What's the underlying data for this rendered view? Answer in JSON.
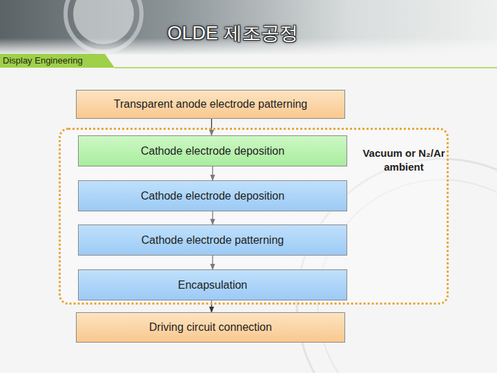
{
  "diagram": {
    "title": "OLDE 제조공정",
    "nodes": [
      {
        "text": [
          "Transparent anode electrode patterning"
        ]
      },
      {
        "text": [
          "Vacuum or N₂/Ar ambient"
        ]
      },
      {
        "text": [
          "Cathode electrode deposition"
        ],
        "in": 1
      },
      {
        "text": [
          "Cathode electrode deposition"
        ],
        "in": 1
      },
      {
        "text": [
          "Cathode electrode patterning"
        ],
        "in": 1
      },
      {
        "text": [
          "Encapsulation"
        ],
        "in": 1
      },
      {
        "text": [
          "Driving circuit connection"
        ]
      }
    ],
    "edges": [
      {
        "from": 0,
        "to": 2,
        "arrow": "to"
      },
      {
        "from": 2,
        "to": 3,
        "arrow": "to"
      },
      {
        "from": 3,
        "to": 4,
        "arrow": "to"
      },
      {
        "from": 4,
        "to": 5,
        "arrow": "to"
      },
      {
        "from": 5,
        "to": 6,
        "arrow": "to"
      }
    ],
    "labels": [
      "Display Engineering"
    ]
  }
}
